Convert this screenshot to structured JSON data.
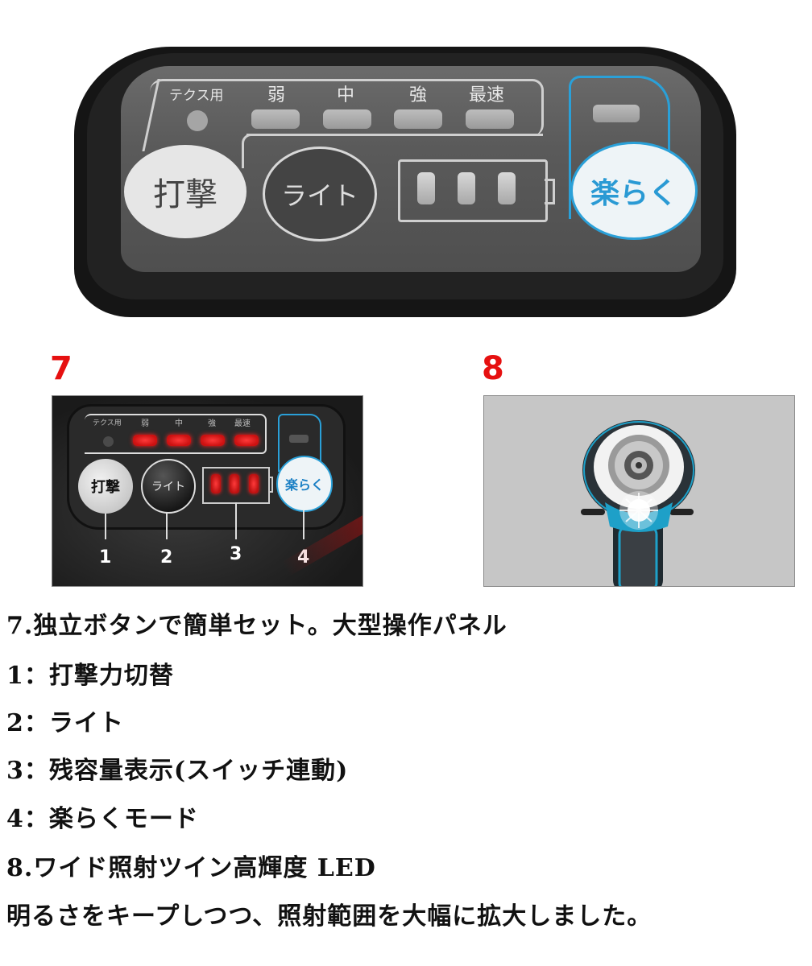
{
  "main_panel": {
    "mode_labels": [
      "テクス用",
      "弱",
      "中",
      "強",
      "最速"
    ],
    "impact_button": "打撃",
    "light_button": "ライト",
    "easy_mode_button": "楽らく",
    "battery_cells": 3,
    "colors": {
      "accent_blue": "#2aa0d8",
      "panel_body": "#151515",
      "panel_face": "#5a5a5a"
    }
  },
  "figure7": {
    "number": "7",
    "mode_labels": [
      "テクス用",
      "弱",
      "中",
      "強",
      "最速"
    ],
    "impact_button": "打撃",
    "light_button": "ライト",
    "easy_mode_button": "楽らく",
    "callouts": [
      "1",
      "2",
      "3",
      "4"
    ],
    "colors": {
      "number_red": "#e61010",
      "led_red": "#ff3a3a"
    }
  },
  "figure8": {
    "number": "8",
    "image_alt": "impact driver front view with twin LED lit",
    "colors": {
      "background": "#c6c6c6",
      "body_blue": "#1ea0c8"
    }
  },
  "description": {
    "lines": [
      "7.独立ボタンで簡単セット。大型操作パネル",
      "1：打撃力切替",
      "2：ライト",
      "3：残容量表示(スイッチ連動)",
      "4：楽らくモード",
      "8.ワイド照射ツイン高輝度 LED",
      "明るさをキープしつつ、照射範囲を大幅に拡大しました。"
    ]
  }
}
